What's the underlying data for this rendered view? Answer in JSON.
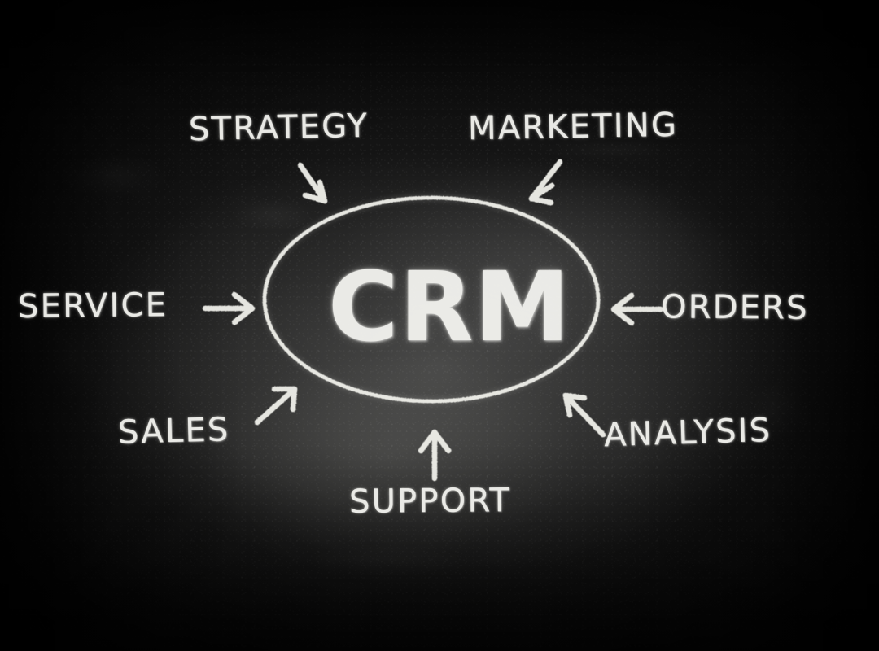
{
  "board": {
    "title": "CRM chalkboard concept diagram",
    "surface": "chalkboard",
    "chalk_color": "#f2f2ee",
    "board_color_dark": "#0d0d0d",
    "board_color_light": "#333333"
  },
  "center": {
    "label": "CRM",
    "shape": "ellipse"
  },
  "nodes": [
    {
      "id": "strategy",
      "label": "STRATEGY",
      "position": "top-left",
      "arrow": "down-right"
    },
    {
      "id": "marketing",
      "label": "MARKETING",
      "position": "top-right",
      "arrow": "down-left"
    },
    {
      "id": "service",
      "label": "SERVICE",
      "position": "left",
      "arrow": "right"
    },
    {
      "id": "orders",
      "label": "ORDERS",
      "position": "right",
      "arrow": "left"
    },
    {
      "id": "sales",
      "label": "SALES",
      "position": "bottom-left",
      "arrow": "up-right"
    },
    {
      "id": "analysis",
      "label": "ANALYSIS",
      "position": "bottom-right",
      "arrow": "up-left"
    },
    {
      "id": "support",
      "label": "SUPPORT",
      "position": "bottom",
      "arrow": "up"
    }
  ]
}
